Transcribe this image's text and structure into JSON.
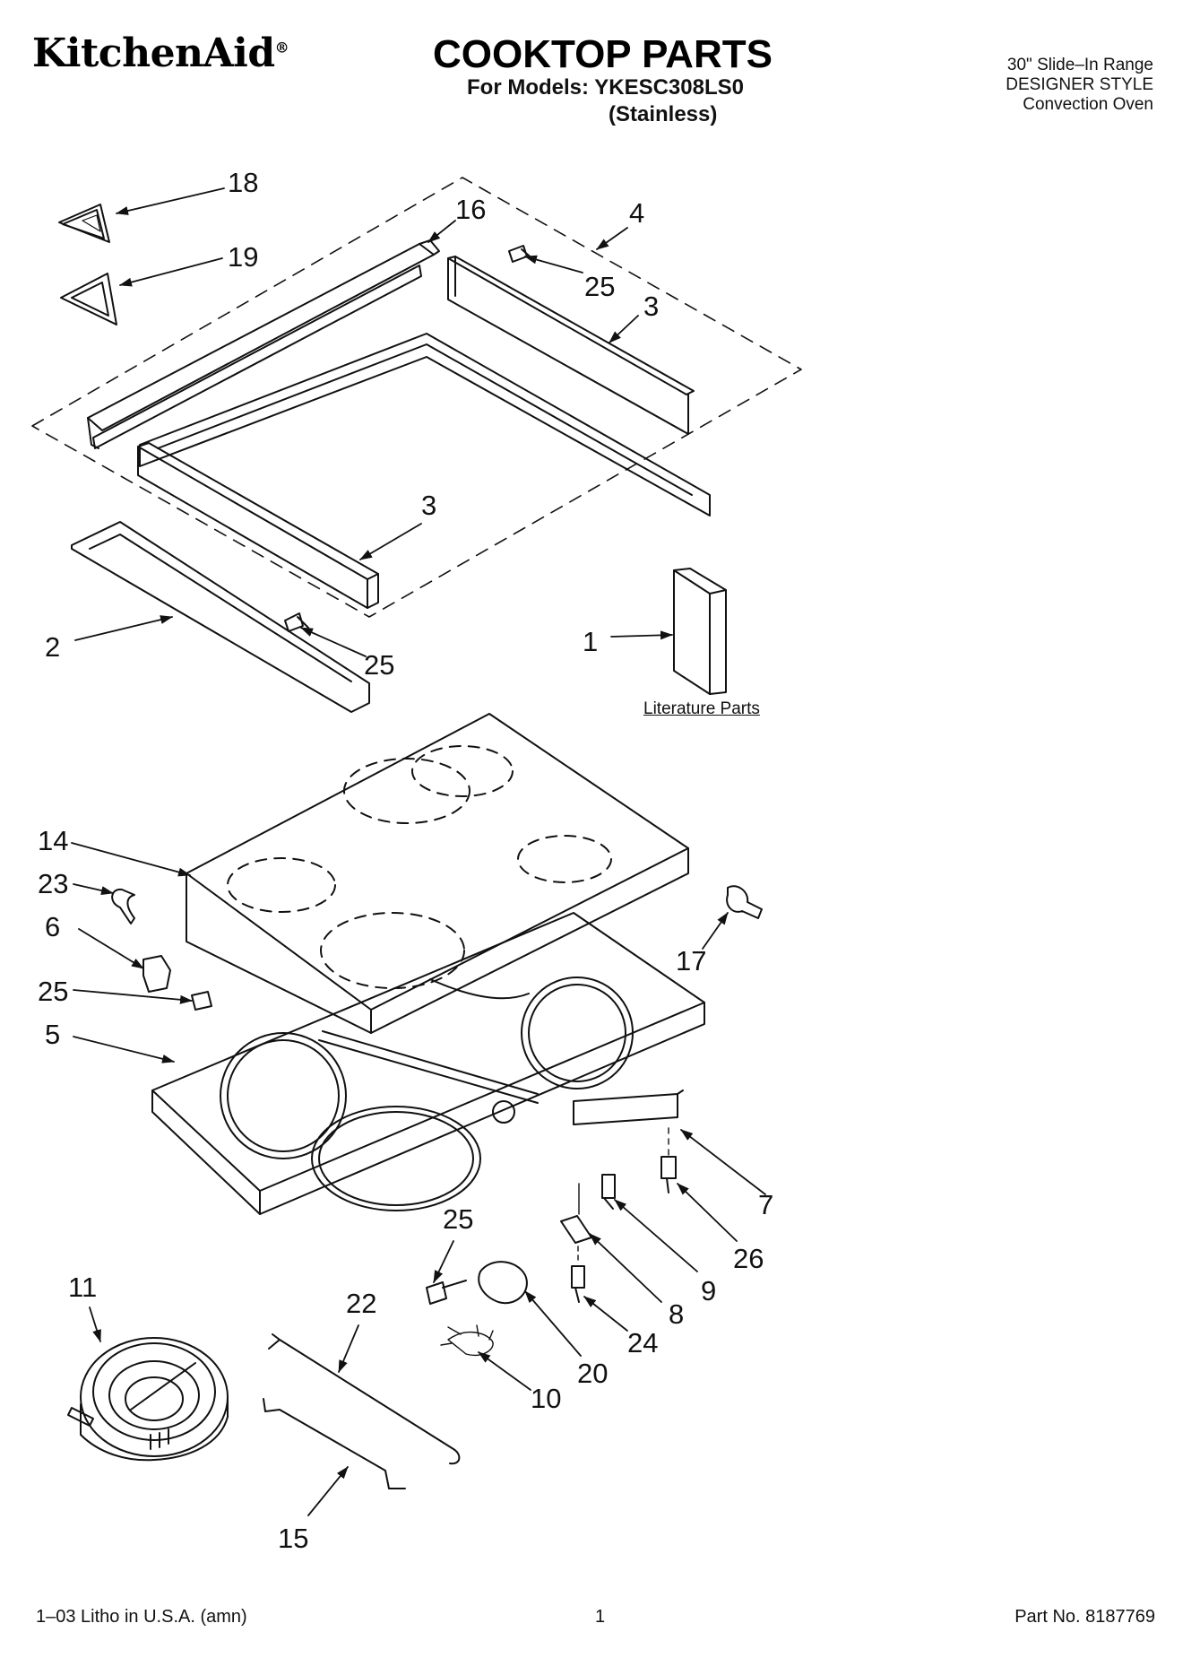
{
  "header": {
    "brand": "KitchenAid",
    "brand_mark": "®",
    "title": "COOKTOP PARTS",
    "models": "For Models: YKESC308LS0",
    "variant": "(Stainless)",
    "right_lines": [
      "30\" Slide–In Range",
      "DESIGNER STYLE",
      "Convection Oven"
    ]
  },
  "diagram": {
    "callouts": [
      {
        "id": "c18",
        "label": "18"
      },
      {
        "id": "c19",
        "label": "19"
      },
      {
        "id": "c16",
        "label": "16"
      },
      {
        "id": "c4",
        "label": "4"
      },
      {
        "id": "c25a",
        "label": "25"
      },
      {
        "id": "c3a",
        "label": "3"
      },
      {
        "id": "c3b",
        "label": "3"
      },
      {
        "id": "c2",
        "label": "2"
      },
      {
        "id": "c25b",
        "label": "25"
      },
      {
        "id": "c1",
        "label": "1"
      },
      {
        "id": "c14",
        "label": "14"
      },
      {
        "id": "c23",
        "label": "23"
      },
      {
        "id": "c6",
        "label": "6"
      },
      {
        "id": "c25c",
        "label": "25"
      },
      {
        "id": "c5",
        "label": "5"
      },
      {
        "id": "c17",
        "label": "17"
      },
      {
        "id": "c7",
        "label": "7"
      },
      {
        "id": "c26",
        "label": "26"
      },
      {
        "id": "c9",
        "label": "9"
      },
      {
        "id": "c8",
        "label": "8"
      },
      {
        "id": "c25d",
        "label": "25"
      },
      {
        "id": "c24",
        "label": "24"
      },
      {
        "id": "c20",
        "label": "20"
      },
      {
        "id": "c10",
        "label": "10"
      },
      {
        "id": "c11",
        "label": "11"
      },
      {
        "id": "c22",
        "label": "22"
      },
      {
        "id": "c15",
        "label": "15"
      }
    ],
    "literature_label": "Literature Parts"
  },
  "footer": {
    "left": "1–03 Litho in U.S.A. (amn)",
    "page": "1",
    "part_no": "Part No. 8187769"
  }
}
